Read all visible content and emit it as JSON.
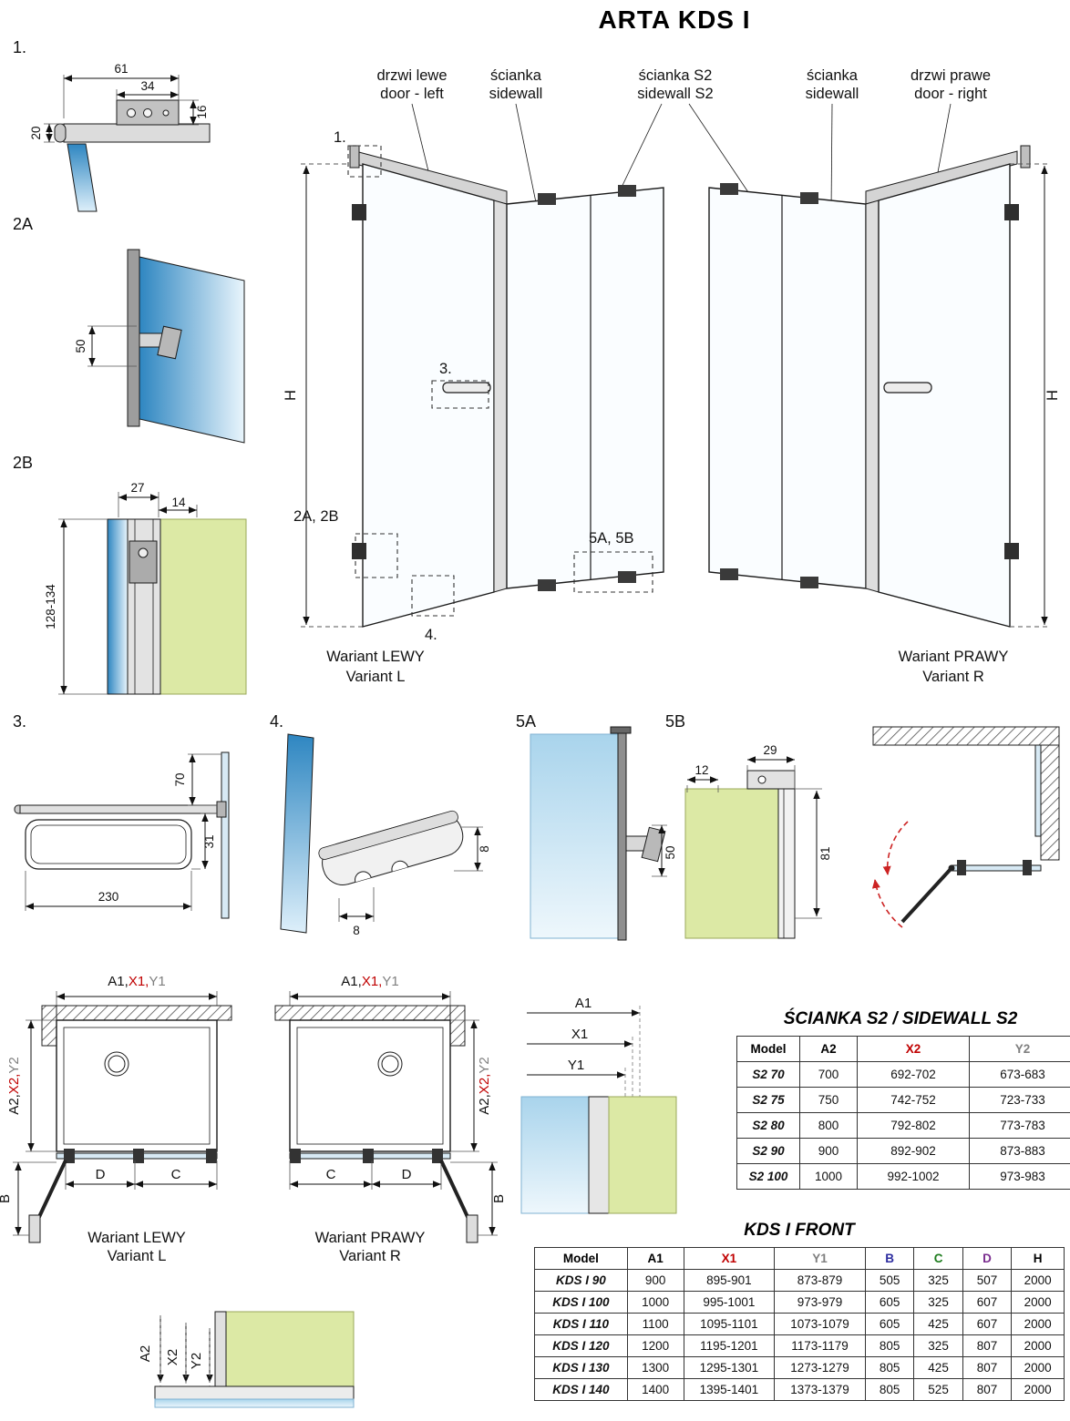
{
  "title": "ARTA KDS I",
  "colors": {
    "red": "#c00000",
    "gray": "#7f7f7f",
    "blue": "#2d2da0",
    "green": "#1e7d1e",
    "purple": "#7a2d8f",
    "glass_blue": "#2e86c1",
    "wall_green": "#dce9a5",
    "line": "#1a1a1a",
    "swing_red": "#cc2222"
  },
  "top_labels": {
    "door_left_1": "drzwi lewe",
    "door_left_2": "door - left",
    "sidewall_left_1": "ścianka",
    "sidewall_left_2": "sidewall",
    "sidewall_s2_1": "ścianka S2",
    "sidewall_s2_2": "sidewall S2",
    "sidewall_right_1": "ścianka",
    "sidewall_right_2": "sidewall",
    "door_right_1": "drzwi prawe",
    "door_right_2": "door - right"
  },
  "main": {
    "h_label": "H",
    "callout_1": "1.",
    "callout_3": "3.",
    "callout_2ab": "2A, 2B",
    "callout_4": "4.",
    "callout_5ab": "5A, 5B",
    "variant_left_1": "Wariant LEWY",
    "variant_left_2": "Variant L",
    "variant_right_1": "Wariant PRAWY",
    "variant_right_2": "Variant R"
  },
  "details": {
    "d1": {
      "label": "1.",
      "dim_total": "61",
      "dim_plate": "34",
      "dim_end": "16",
      "dim_thick": "20"
    },
    "d2a": {
      "label": "2A",
      "dim_bracket": "50"
    },
    "d2b": {
      "label": "2B",
      "dim_a": "27",
      "dim_b": "14",
      "dim_height": "128-134"
    },
    "d3": {
      "label": "3.",
      "dim_height": "70",
      "dim_drop": "31",
      "dim_width": "230"
    },
    "d4": {
      "label": "4.",
      "dim_height": "8",
      "dim_width": "8"
    },
    "d5a": {
      "label": "5A",
      "dim_bracket": "50"
    },
    "d5b": {
      "label": "5B",
      "dim_a": "12",
      "dim_b": "29",
      "dim_height": "81"
    }
  },
  "plans": {
    "front_dim_a": "A1,",
    "front_dim_x": "X1,",
    "front_dim_y": "Y1",
    "side_dim_a": "A2,",
    "side_dim_x": "X2,",
    "side_dim_y": "Y2",
    "dim_b": "B",
    "dim_c": "C",
    "dim_d": "D",
    "variant_left_1": "Wariant LEWY",
    "variant_left_2": "Variant L",
    "variant_right_1": "Wariant PRAWY",
    "variant_right_2": "Variant R"
  },
  "measures": {
    "a1": "A1",
    "x1": "X1",
    "y1": "Y1",
    "a2": "A2",
    "x2": "X2",
    "y2": "Y2"
  },
  "tables": {
    "s2": {
      "title": "ŚCIANKA S2 / SIDEWALL S2",
      "columns": [
        "Model",
        "A2",
        "X2",
        "Y2"
      ],
      "column_colors": [
        "#000000",
        "#000000",
        "#c00000",
        "#7f7f7f"
      ],
      "rows": [
        [
          "S2 70",
          "700",
          "692-702",
          "673-683"
        ],
        [
          "S2 75",
          "750",
          "742-752",
          "723-733"
        ],
        [
          "S2 80",
          "800",
          "792-802",
          "773-783"
        ],
        [
          "S2 90",
          "900",
          "892-902",
          "873-883"
        ],
        [
          "S2 100",
          "1000",
          "992-1002",
          "973-983"
        ]
      ]
    },
    "front": {
      "title": "KDS I FRONT",
      "columns": [
        "Model",
        "A1",
        "X1",
        "Y1",
        "B",
        "C",
        "D",
        "H"
      ],
      "column_colors": [
        "#000000",
        "#000000",
        "#c00000",
        "#7f7f7f",
        "#2d2da0",
        "#1e7d1e",
        "#7a2d8f",
        "#000000"
      ],
      "rows": [
        [
          "KDS I 90",
          "900",
          "895-901",
          "873-879",
          "505",
          "325",
          "507",
          "2000"
        ],
        [
          "KDS I 100",
          "1000",
          "995-1001",
          "973-979",
          "605",
          "325",
          "607",
          "2000"
        ],
        [
          "KDS I 110",
          "1100",
          "1095-1101",
          "1073-1079",
          "605",
          "425",
          "607",
          "2000"
        ],
        [
          "KDS I 120",
          "1200",
          "1195-1201",
          "1173-1179",
          "805",
          "325",
          "807",
          "2000"
        ],
        [
          "KDS I 130",
          "1300",
          "1295-1301",
          "1273-1279",
          "805",
          "425",
          "807",
          "2000"
        ],
        [
          "KDS I 140",
          "1400",
          "1395-1401",
          "1373-1379",
          "805",
          "525",
          "807",
          "2000"
        ]
      ]
    }
  }
}
